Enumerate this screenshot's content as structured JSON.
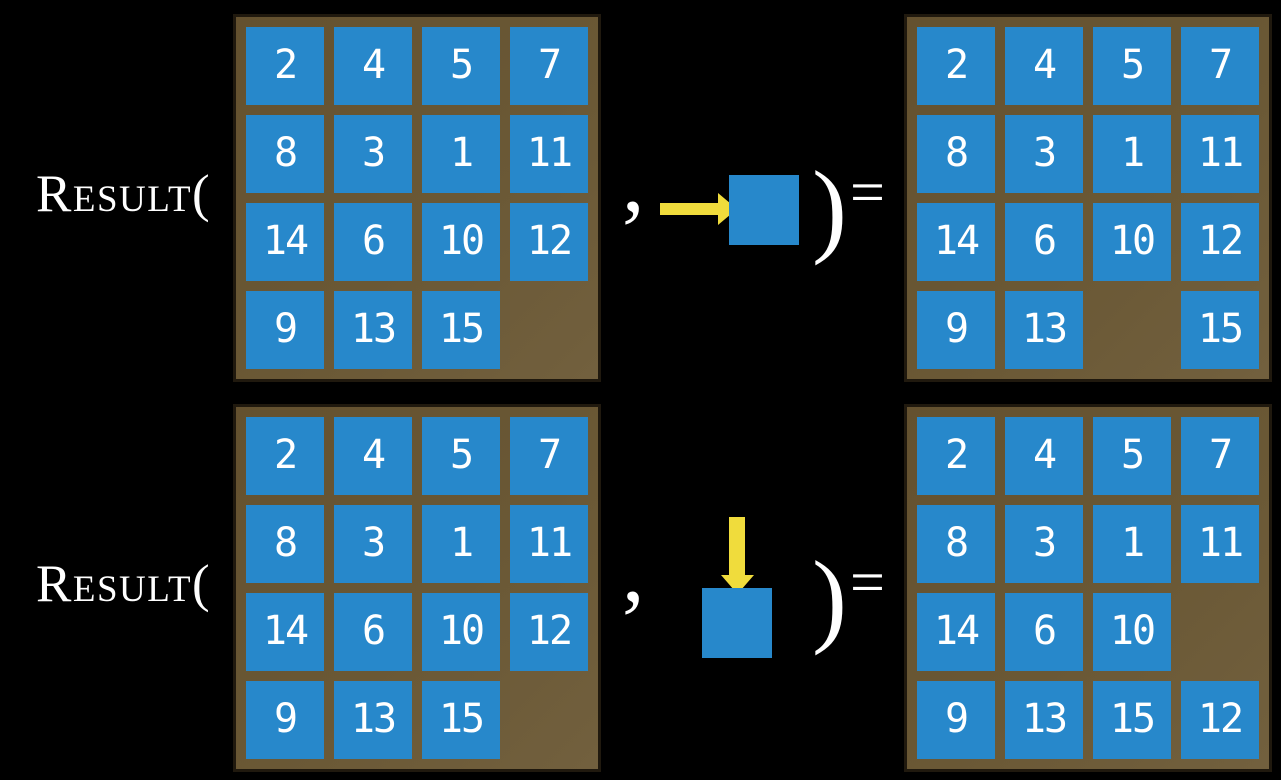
{
  "colors": {
    "background": "#000000",
    "board": "#6a5835",
    "board_border": "#20190e",
    "tile_blue": "#2788cb",
    "tile_text": "#ffffff",
    "arrow_yellow": "#f0dc3c",
    "formula_text": "#ffffff"
  },
  "rows": [
    {
      "label": "Result(",
      "comma": ",",
      "close_paren": ")",
      "equals": "=",
      "action": {
        "direction": "right",
        "icon": "arrow-right-icon"
      },
      "initial_grid": [
        [
          "2",
          "4",
          "5",
          "7"
        ],
        [
          "8",
          "3",
          "1",
          "11"
        ],
        [
          "14",
          "6",
          "10",
          "12"
        ],
        [
          "9",
          "13",
          "15",
          ""
        ]
      ],
      "result_grid": [
        [
          "2",
          "4",
          "5",
          "7"
        ],
        [
          "8",
          "3",
          "1",
          "11"
        ],
        [
          "14",
          "6",
          "10",
          "12"
        ],
        [
          "9",
          "13",
          "",
          "15"
        ]
      ]
    },
    {
      "label": "Result(",
      "comma": ",",
      "close_paren": ")",
      "equals": "=",
      "action": {
        "direction": "down",
        "icon": "arrow-down-icon"
      },
      "initial_grid": [
        [
          "2",
          "4",
          "5",
          "7"
        ],
        [
          "8",
          "3",
          "1",
          "11"
        ],
        [
          "14",
          "6",
          "10",
          "12"
        ],
        [
          "9",
          "13",
          "15",
          ""
        ]
      ],
      "result_grid": [
        [
          "2",
          "4",
          "5",
          "7"
        ],
        [
          "8",
          "3",
          "1",
          "11"
        ],
        [
          "14",
          "6",
          "10",
          ""
        ],
        [
          "9",
          "13",
          "15",
          "12"
        ]
      ]
    }
  ]
}
